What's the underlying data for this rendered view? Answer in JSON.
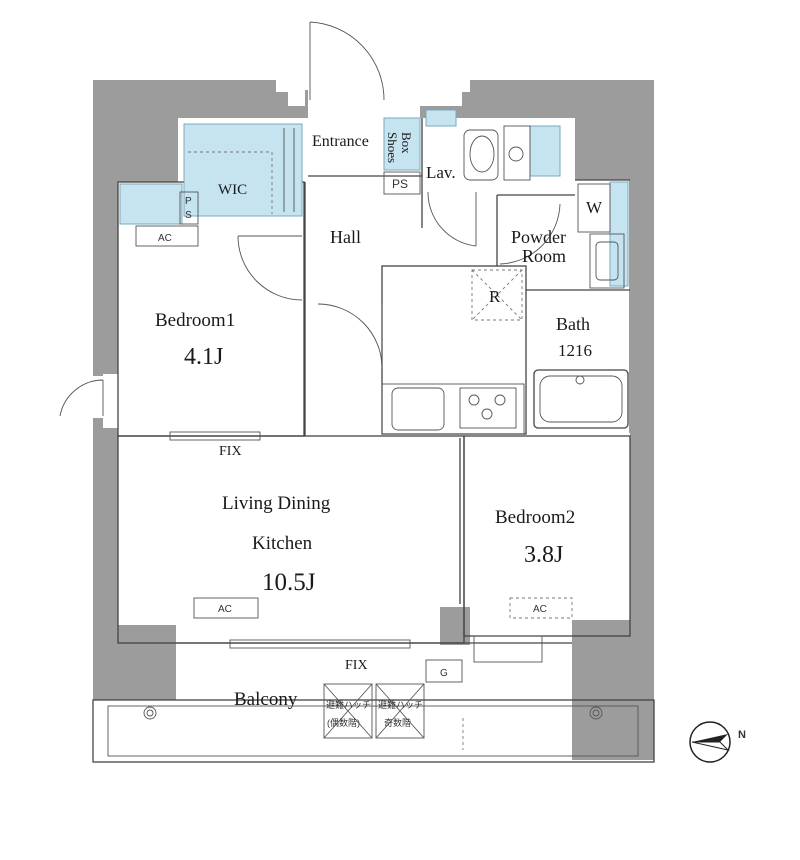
{
  "rooms": {
    "entrance": "Entrance",
    "shoes_box_1": "Shoes",
    "shoes_box_2": "Box",
    "lav": "Lav.",
    "ps_top": "PS",
    "wic": "WIC",
    "ps_side_1": "P",
    "ps_side_2": "S",
    "washer": "W",
    "hall": "Hall",
    "powder_room_1": "Powder",
    "powder_room_2": "Room",
    "fridge": "R",
    "bath": "Bath",
    "bath_size": "1216",
    "bedroom1": "Bedroom1",
    "bedroom1_size": "4.1J",
    "ldk_1": "Living Dining",
    "ldk_2": "Kitchen",
    "ldk_size": "10.5J",
    "bedroom2": "Bedroom2",
    "bedroom2_size": "3.8J",
    "balcony": "Balcony"
  },
  "fixtures": {
    "ac_bedroom1": "AC",
    "ac_ldk": "AC",
    "ac_bedroom2": "AC",
    "fix_bedroom1": "FIX",
    "fix_ldk": "FIX",
    "gas_meter": "G",
    "hatch_left_1": "避難ハッチ",
    "hatch_left_2": "(偶数階)",
    "hatch_right_1": "避難ハッチ",
    "hatch_right_2": "奇数階"
  },
  "compass": {
    "label": "N",
    "icon": "compass-north-icon"
  },
  "colors": {
    "wall": "#9c9c9c",
    "storage": "#c6e3f0"
  }
}
